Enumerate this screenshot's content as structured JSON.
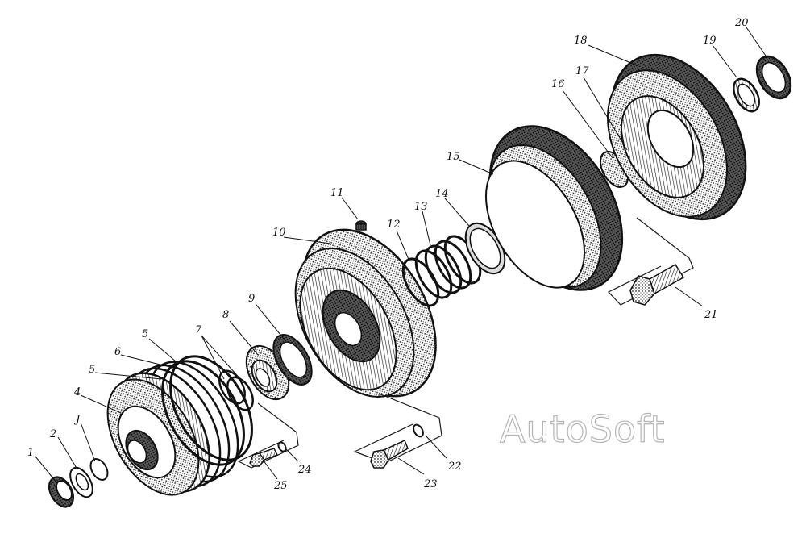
{
  "watermark": "AutoSoft",
  "callouts": [
    "1",
    "2",
    "J",
    "4",
    "5",
    "6",
    "5",
    "7",
    "8",
    "9",
    "10",
    "11",
    "12",
    "13",
    "14",
    "15",
    "16",
    "17",
    "18",
    "19",
    "20",
    "21",
    "22",
    "23",
    "24",
    "25"
  ]
}
